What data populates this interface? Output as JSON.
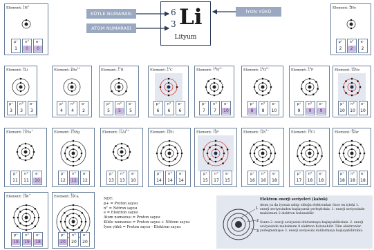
{
  "center": {
    "mass_number": "6",
    "atomic_number": "3",
    "symbol": "Li",
    "name": "Lityum",
    "label_mass": "KÜTLE NUMARASI",
    "label_atomic": "ATOM NUMARASI",
    "label_ion": "İYON YÜKÜ"
  },
  "headers": {
    "p": "p⁺",
    "n": "n°",
    "e": "e⁻"
  },
  "elements": [
    {
      "title_prefix": "Element: ",
      "mass": "1",
      "atomic": "1",
      "symbol": "H",
      "charge": "+",
      "p": "1",
      "n": "0",
      "e": "0",
      "hl": "n,e"
    },
    {
      "title_prefix": "Element: ",
      "mass": "4",
      "atomic": "2",
      "symbol": "He",
      "charge": "",
      "p": "2",
      "n": "2",
      "e": "2",
      "hl": "n"
    },
    {
      "title_prefix": "Element: ",
      "mass": "6",
      "atomic": "3",
      "symbol": "Li",
      "charge": "",
      "p": "3",
      "n": "3",
      "e": "3",
      "hl": ""
    },
    {
      "title_prefix": "Element: ",
      "mass": "9",
      "atomic": "4",
      "symbol": "Be",
      "charge": "2+",
      "p": "4",
      "n": "4",
      "e": "2",
      "hl": ""
    },
    {
      "title_prefix": "Element: ",
      "mass": "11",
      "atomic": "5",
      "symbol": "B",
      "charge": "",
      "p": "5",
      "n": "5",
      "e": "5",
      "hl": "n"
    },
    {
      "title_prefix": "Element: ",
      "mass": "12",
      "atomic": "6",
      "symbol": "C",
      "charge": "",
      "p": "6",
      "n": "6",
      "e": "6",
      "hl": ""
    },
    {
      "title_prefix": "Element: ",
      "mass": "14",
      "atomic": "7",
      "symbol": "N",
      "charge": "3−",
      "p": "7",
      "n": "7",
      "e": "10",
      "hl": "e"
    },
    {
      "title_prefix": "Element: ",
      "mass": "16",
      "atomic": "8",
      "symbol": "O",
      "charge": "2−",
      "p": "8",
      "n": "8",
      "e": "10",
      "hl": "p"
    },
    {
      "title_prefix": "Element: ",
      "mass": "19",
      "atomic": "9",
      "symbol": "F",
      "charge": "",
      "p": "9",
      "n": "9",
      "e": "9",
      "hl": "n,e"
    },
    {
      "title_prefix": "Element: ",
      "mass": "20",
      "atomic": "10",
      "symbol": "Ne",
      "charge": "",
      "p": "10",
      "n": "10",
      "e": "10",
      "hl": ""
    },
    {
      "title_prefix": "Element: ",
      "mass": "23",
      "atomic": "11",
      "symbol": "Na",
      "charge": "+",
      "p": "11",
      "n": "11",
      "e": "10",
      "hl": "e"
    },
    {
      "title_prefix": "Element: ",
      "mass": "24",
      "atomic": "12",
      "symbol": "Mg",
      "charge": "",
      "p": "12",
      "n": "12",
      "e": "12",
      "hl": "n"
    },
    {
      "title_prefix": "Element: ",
      "mass": "27",
      "atomic": "13",
      "symbol": "Al",
      "charge": "3+",
      "p": "13",
      "n": "13",
      "e": "10",
      "hl": ""
    },
    {
      "title_prefix": "Element: ",
      "mass": "28",
      "atomic": "14",
      "symbol": "Si",
      "charge": "",
      "p": "14",
      "n": "14",
      "e": "14",
      "hl": ""
    },
    {
      "title_prefix": "Element: ",
      "mass": "31",
      "atomic": "15",
      "symbol": "P",
      "charge": "",
      "p": "15",
      "n": "17",
      "e": "15",
      "hl": ""
    },
    {
      "title_prefix": "Element: ",
      "mass": "32",
      "atomic": "16",
      "symbol": "S",
      "charge": "2−",
      "p": "16",
      "n": "16",
      "e": "18",
      "hl": ""
    },
    {
      "title_prefix": "Element: ",
      "mass": "35",
      "atomic": "17",
      "symbol": "Cl",
      "charge": "",
      "p": "17",
      "n": "18",
      "e": "18",
      "hl": ""
    },
    {
      "title_prefix": "Element: ",
      "mass": "40",
      "atomic": "18",
      "symbol": "Ar",
      "charge": "",
      "p": "18",
      "n": "18",
      "e": "18",
      "hl": ""
    },
    {
      "title_prefix": "Element: ",
      "mass": "39",
      "atomic": "19",
      "symbol": "K",
      "charge": "+",
      "p": "19",
      "n": "19",
      "e": "18",
      "hl": "p,n,e"
    },
    {
      "title_prefix": "Element: ",
      "mass": "40",
      "atomic": "20",
      "symbol": "Ca",
      "charge": "",
      "p": "20",
      "n": "20",
      "e": "20",
      "hl": "p"
    }
  ],
  "note": {
    "title": "NOT:",
    "lines": [
      "p+ = Proton sayısı",
      "n° = Nötron sayısı",
      "e = Elektron sayısı",
      "Atom numarası = Proton sayısı",
      "Kütle numarası = Proton sayısı + Nötron sayısı",
      "İyon yükü = Proton sayısı - Elektron sayısı"
    ]
  },
  "shell_info": {
    "title": "Elektron enerji seviyeleri (kabuk)",
    "p1": "Atom ya da iyonun sahip olduğu elektronları önce en içteki 1. enerji seviyesinden başlayarak yerleştiriniz. 1. enerji seviyesinde maksimum 2 elektron bulunabilir.",
    "p2": "Sonra 2. enerji seviyesini doldurmaya başlayabilirsiniz. 2. enerji seviyesinde maksimum 8 elektron bulunabilir. Tüm elektronlar yerleşmemişse 3. enerji seviyesini doldurmaya başlayabilirsiniz.",
    "ring_labels": [
      "1",
      "2",
      "3"
    ]
  },
  "colors": {
    "border": "#6a7f9a",
    "label_bg": "#9aa8c2",
    "highlight": "#c9b8e0",
    "panel": "#e3e7ef",
    "red_orbit": "#d43a3a"
  }
}
